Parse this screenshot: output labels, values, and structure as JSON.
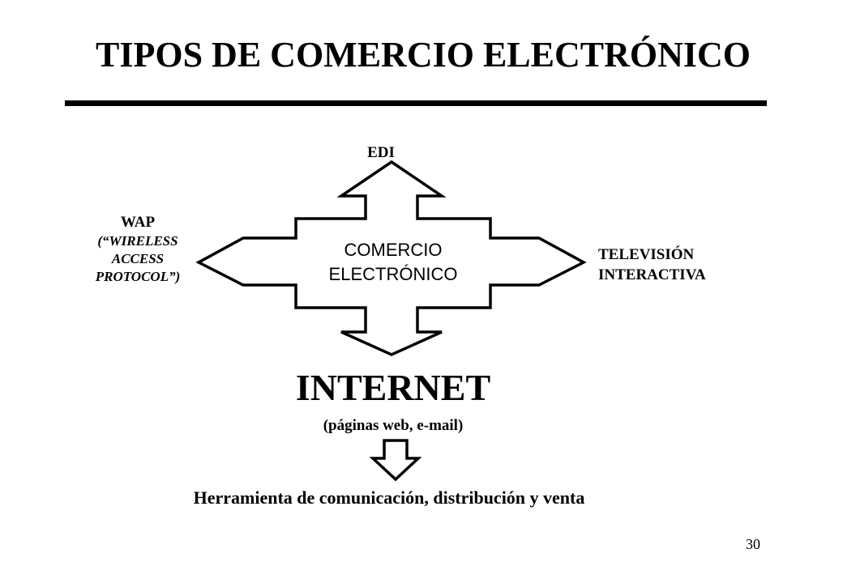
{
  "slide": {
    "title": "TIPOS DE COMERCIO ELECTRÓNICO",
    "page_number": "30"
  },
  "diagram": {
    "center": [
      "COMERCIO",
      "ELECTRÓNICO"
    ],
    "top": "EDI",
    "left": {
      "title": "WAP",
      "lines": [
        "(“WIRELESS",
        "ACCESS",
        "PROTOCOL”)"
      ]
    },
    "right": [
      "TELEVISIÓN",
      "INTERACTIVA"
    ],
    "bottom": {
      "title": "INTERNET",
      "subtitle": "(páginas web, e-mail)"
    },
    "result": "Herramienta de comunicación, distribución y venta"
  }
}
